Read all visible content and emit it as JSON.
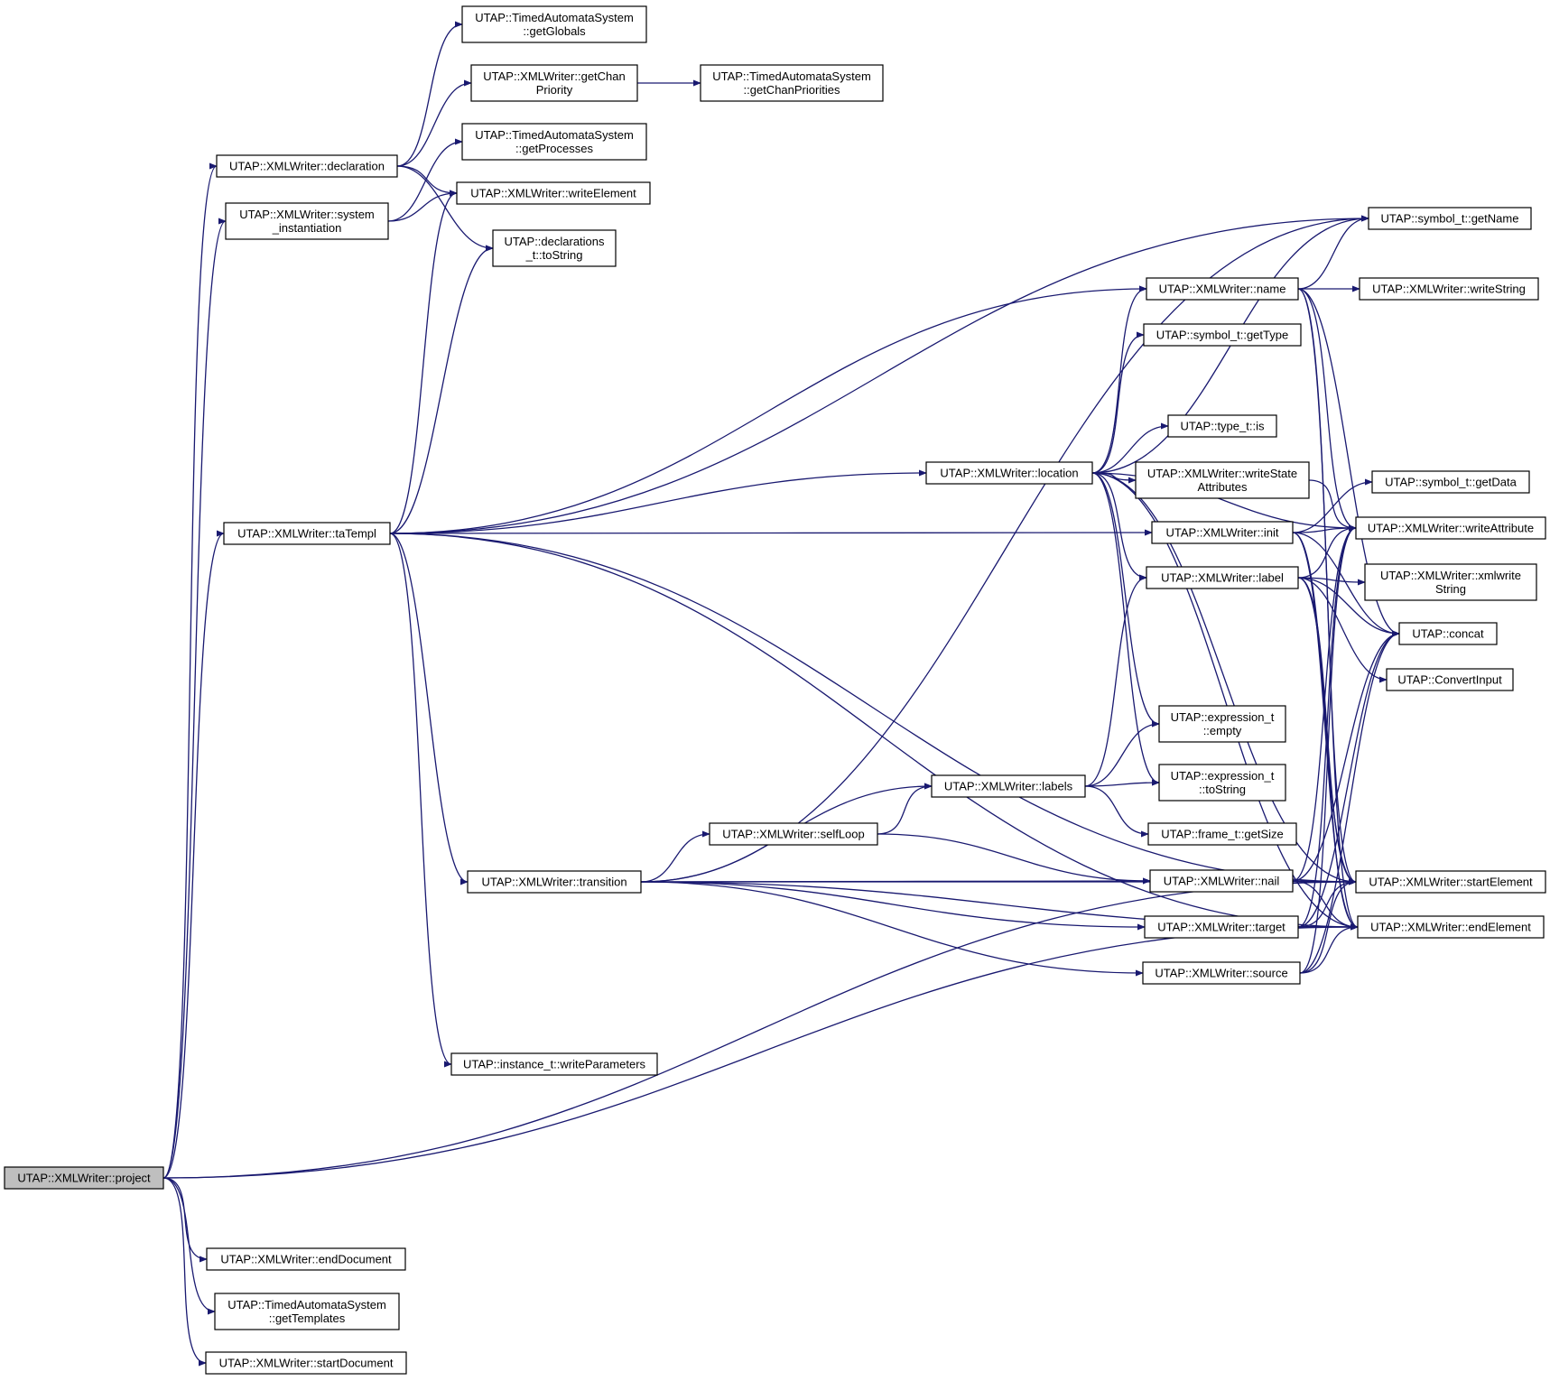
{
  "diagram": {
    "colors": {
      "edge": "#191970",
      "node_border": "#000000",
      "root_fill": "#bfbfbf",
      "node_fill": "#ffffff"
    },
    "nodes": [
      {
        "id": "project",
        "lines": [
          "UTAP::XMLWriter::project"
        ],
        "root": true
      },
      {
        "id": "declaration",
        "lines": [
          "UTAP::XMLWriter::declaration"
        ]
      },
      {
        "id": "sysinst",
        "lines": [
          "UTAP::XMLWriter::system",
          "_instantiation"
        ]
      },
      {
        "id": "taTempl",
        "lines": [
          "UTAP::XMLWriter::taTempl"
        ]
      },
      {
        "id": "endDocument",
        "lines": [
          "UTAP::XMLWriter::endDocument"
        ]
      },
      {
        "id": "getTemplates",
        "lines": [
          "UTAP::TimedAutomataSystem",
          "::getTemplates"
        ]
      },
      {
        "id": "startDocument",
        "lines": [
          "UTAP::XMLWriter::startDocument"
        ]
      },
      {
        "id": "getGlobals",
        "lines": [
          "UTAP::TimedAutomataSystem",
          "::getGlobals"
        ]
      },
      {
        "id": "getChanPriority",
        "lines": [
          "UTAP::XMLWriter::getChan",
          "Priority"
        ]
      },
      {
        "id": "getChanPriorities",
        "lines": [
          "UTAP::TimedAutomataSystem",
          "::getChanPriorities"
        ]
      },
      {
        "id": "getProcesses",
        "lines": [
          "UTAP::TimedAutomataSystem",
          "::getProcesses"
        ]
      },
      {
        "id": "writeElement",
        "lines": [
          "UTAP::XMLWriter::writeElement"
        ]
      },
      {
        "id": "declToString",
        "lines": [
          "UTAP::declarations",
          "_t::toString"
        ]
      },
      {
        "id": "transition",
        "lines": [
          "UTAP::XMLWriter::transition"
        ]
      },
      {
        "id": "writeParameters",
        "lines": [
          "UTAP::instance_t::writeParameters"
        ]
      },
      {
        "id": "selfLoop",
        "lines": [
          "UTAP::XMLWriter::selfLoop"
        ]
      },
      {
        "id": "labels",
        "lines": [
          "UTAP::XMLWriter::labels"
        ]
      },
      {
        "id": "location",
        "lines": [
          "UTAP::XMLWriter::location"
        ]
      },
      {
        "id": "name",
        "lines": [
          "UTAP::XMLWriter::name"
        ]
      },
      {
        "id": "getType",
        "lines": [
          "UTAP::symbol_t::getType"
        ]
      },
      {
        "id": "typeIs",
        "lines": [
          "UTAP::type_t::is"
        ]
      },
      {
        "id": "writeStateAttributes",
        "lines": [
          "UTAP::XMLWriter::writeState",
          "Attributes"
        ]
      },
      {
        "id": "init",
        "lines": [
          "UTAP::XMLWriter::init"
        ]
      },
      {
        "id": "label",
        "lines": [
          "UTAP::XMLWriter::label"
        ]
      },
      {
        "id": "exprEmpty",
        "lines": [
          "UTAP::expression_t",
          "::empty"
        ]
      },
      {
        "id": "exprToString",
        "lines": [
          "UTAP::expression_t",
          "::toString"
        ]
      },
      {
        "id": "getSize",
        "lines": [
          "UTAP::frame_t::getSize"
        ]
      },
      {
        "id": "nail",
        "lines": [
          "UTAP::XMLWriter::nail"
        ]
      },
      {
        "id": "target",
        "lines": [
          "UTAP::XMLWriter::target"
        ]
      },
      {
        "id": "source",
        "lines": [
          "UTAP::XMLWriter::source"
        ]
      },
      {
        "id": "getName",
        "lines": [
          "UTAP::symbol_t::getName"
        ]
      },
      {
        "id": "writeString",
        "lines": [
          "UTAP::XMLWriter::writeString"
        ]
      },
      {
        "id": "getData",
        "lines": [
          "UTAP::symbol_t::getData"
        ]
      },
      {
        "id": "writeAttribute",
        "lines": [
          "UTAP::XMLWriter::writeAttribute"
        ]
      },
      {
        "id": "xmlwriteString",
        "lines": [
          "UTAP::XMLWriter::xmlwrite",
          "String"
        ]
      },
      {
        "id": "concat",
        "lines": [
          "UTAP::concat"
        ]
      },
      {
        "id": "convertInput",
        "lines": [
          "UTAP::ConvertInput"
        ]
      },
      {
        "id": "startElement",
        "lines": [
          "UTAP::XMLWriter::startElement"
        ]
      },
      {
        "id": "endElement",
        "lines": [
          "UTAP::XMLWriter::endElement"
        ]
      }
    ],
    "edges": [
      [
        "project",
        "declaration"
      ],
      [
        "project",
        "sysinst"
      ],
      [
        "project",
        "taTempl"
      ],
      [
        "project",
        "endDocument"
      ],
      [
        "project",
        "getTemplates"
      ],
      [
        "project",
        "startDocument"
      ],
      [
        "project",
        "startElement"
      ],
      [
        "project",
        "endElement"
      ],
      [
        "declaration",
        "getGlobals"
      ],
      [
        "declaration",
        "getChanPriority"
      ],
      [
        "declaration",
        "writeElement"
      ],
      [
        "declaration",
        "declToString"
      ],
      [
        "getChanPriority",
        "getChanPriorities"
      ],
      [
        "sysinst",
        "getProcesses"
      ],
      [
        "sysinst",
        "writeElement"
      ],
      [
        "taTempl",
        "writeElement"
      ],
      [
        "taTempl",
        "declToString"
      ],
      [
        "taTempl",
        "getName"
      ],
      [
        "taTempl",
        "name"
      ],
      [
        "taTempl",
        "location"
      ],
      [
        "taTempl",
        "init"
      ],
      [
        "taTempl",
        "transition"
      ],
      [
        "taTempl",
        "writeParameters"
      ],
      [
        "taTempl",
        "startElement"
      ],
      [
        "taTempl",
        "endElement"
      ],
      [
        "location",
        "name"
      ],
      [
        "location",
        "getName"
      ],
      [
        "location",
        "getType"
      ],
      [
        "location",
        "typeIs"
      ],
      [
        "location",
        "writeStateAttributes"
      ],
      [
        "location",
        "label"
      ],
      [
        "location",
        "exprEmpty"
      ],
      [
        "location",
        "exprToString"
      ],
      [
        "location",
        "writeAttribute"
      ],
      [
        "location",
        "startElement"
      ],
      [
        "location",
        "endElement"
      ],
      [
        "name",
        "getName"
      ],
      [
        "name",
        "writeString"
      ],
      [
        "name",
        "writeAttribute"
      ],
      [
        "name",
        "concat"
      ],
      [
        "name",
        "startElement"
      ],
      [
        "name",
        "endElement"
      ],
      [
        "writeStateAttributes",
        "writeAttribute"
      ],
      [
        "init",
        "getData"
      ],
      [
        "init",
        "writeAttribute"
      ],
      [
        "init",
        "concat"
      ],
      [
        "init",
        "startElement"
      ],
      [
        "init",
        "endElement"
      ],
      [
        "label",
        "writeAttribute"
      ],
      [
        "label",
        "xmlwriteString"
      ],
      [
        "label",
        "concat"
      ],
      [
        "label",
        "convertInput"
      ],
      [
        "label",
        "startElement"
      ],
      [
        "label",
        "endElement"
      ],
      [
        "labels",
        "label"
      ],
      [
        "labels",
        "exprEmpty"
      ],
      [
        "labels",
        "exprToString"
      ],
      [
        "labels",
        "getSize"
      ],
      [
        "selfLoop",
        "labels"
      ],
      [
        "selfLoop",
        "nail"
      ],
      [
        "transition",
        "getName"
      ],
      [
        "transition",
        "selfLoop"
      ],
      [
        "transition",
        "labels"
      ],
      [
        "transition",
        "nail"
      ],
      [
        "transition",
        "target"
      ],
      [
        "transition",
        "source"
      ],
      [
        "transition",
        "startElement"
      ],
      [
        "transition",
        "endElement"
      ],
      [
        "nail",
        "writeAttribute"
      ],
      [
        "nail",
        "concat"
      ],
      [
        "nail",
        "startElement"
      ],
      [
        "nail",
        "endElement"
      ],
      [
        "target",
        "writeAttribute"
      ],
      [
        "target",
        "concat"
      ],
      [
        "target",
        "startElement"
      ],
      [
        "target",
        "endElement"
      ],
      [
        "source",
        "writeAttribute"
      ],
      [
        "source",
        "concat"
      ],
      [
        "source",
        "startElement"
      ],
      [
        "source",
        "endElement"
      ]
    ]
  }
}
